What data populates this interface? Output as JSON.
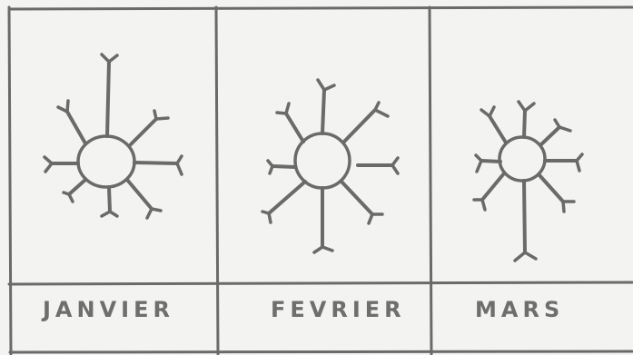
{
  "panels": [
    {
      "label": "JANVIER"
    },
    {
      "label": "FEVRIER"
    },
    {
      "label": "MARS"
    }
  ]
}
